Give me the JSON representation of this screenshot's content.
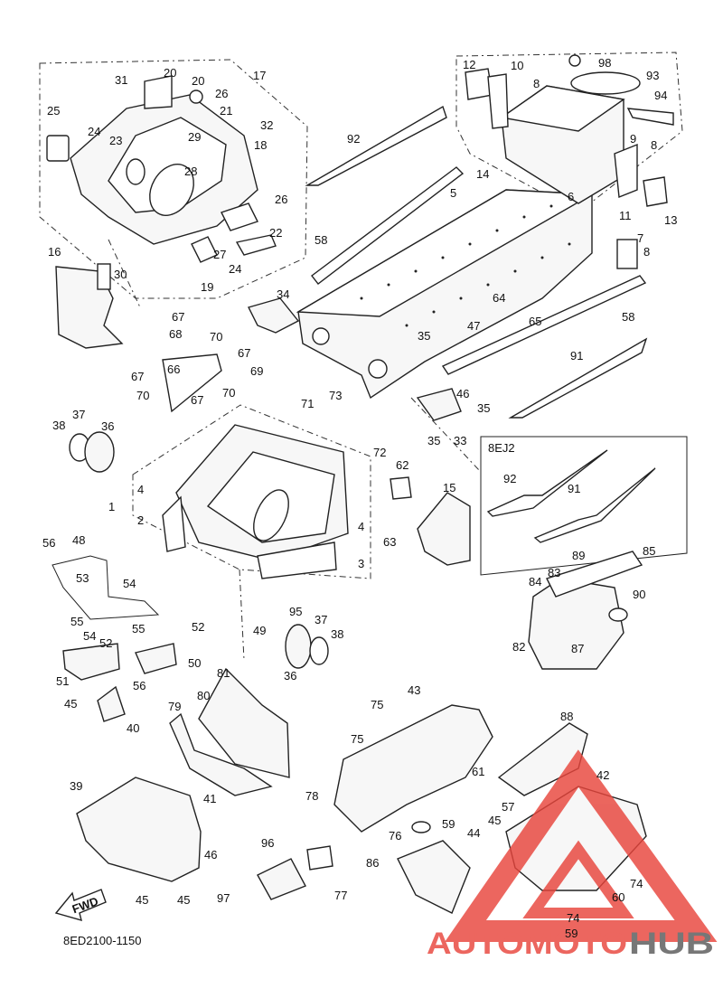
{
  "diagram": {
    "code": "8ED2100-1150",
    "inset_label": "8EJ2",
    "fwd_label": "FWD",
    "watermark": {
      "part1": "AUTOMOTO",
      "part2": "HUB",
      "color_red": "#e8453c",
      "color_gray": "#5a5a5a"
    },
    "callouts": [
      {
        "id": "c1",
        "text": "1"
      },
      {
        "id": "c2",
        "text": "2"
      },
      {
        "id": "c3",
        "text": "3"
      },
      {
        "id": "c4a",
        "text": "4"
      },
      {
        "id": "c4b",
        "text": "4"
      },
      {
        "id": "c5",
        "text": "5"
      },
      {
        "id": "c6",
        "text": "6"
      },
      {
        "id": "c7",
        "text": "7"
      },
      {
        "id": "c8a",
        "text": "8"
      },
      {
        "id": "c8b",
        "text": "8"
      },
      {
        "id": "c8c",
        "text": "8"
      },
      {
        "id": "c9",
        "text": "9"
      },
      {
        "id": "c10",
        "text": "10"
      },
      {
        "id": "c11",
        "text": "11"
      },
      {
        "id": "c12",
        "text": "12"
      },
      {
        "id": "c13",
        "text": "13"
      },
      {
        "id": "c14",
        "text": "14"
      },
      {
        "id": "c15",
        "text": "15"
      },
      {
        "id": "c16",
        "text": "16"
      },
      {
        "id": "c17",
        "text": "17"
      },
      {
        "id": "c18",
        "text": "18"
      },
      {
        "id": "c19",
        "text": "19"
      },
      {
        "id": "c20a",
        "text": "20"
      },
      {
        "id": "c20b",
        "text": "20"
      },
      {
        "id": "c21",
        "text": "21"
      },
      {
        "id": "c22",
        "text": "22"
      },
      {
        "id": "c23",
        "text": "23"
      },
      {
        "id": "c24a",
        "text": "24"
      },
      {
        "id": "c24b",
        "text": "24"
      },
      {
        "id": "c25",
        "text": "25"
      },
      {
        "id": "c26a",
        "text": "26"
      },
      {
        "id": "c26b",
        "text": "26"
      },
      {
        "id": "c27",
        "text": "27"
      },
      {
        "id": "c28",
        "text": "28"
      },
      {
        "id": "c29",
        "text": "29"
      },
      {
        "id": "c30",
        "text": "30"
      },
      {
        "id": "c31",
        "text": "31"
      },
      {
        "id": "c32",
        "text": "32"
      },
      {
        "id": "c33",
        "text": "33"
      },
      {
        "id": "c34",
        "text": "34"
      },
      {
        "id": "c35a",
        "text": "35"
      },
      {
        "id": "c35b",
        "text": "35"
      },
      {
        "id": "c35c",
        "text": "35"
      },
      {
        "id": "c36a",
        "text": "36"
      },
      {
        "id": "c36b",
        "text": "36"
      },
      {
        "id": "c37a",
        "text": "37"
      },
      {
        "id": "c37b",
        "text": "37"
      },
      {
        "id": "c38a",
        "text": "38"
      },
      {
        "id": "c38b",
        "text": "38"
      },
      {
        "id": "c39",
        "text": "39"
      },
      {
        "id": "c40",
        "text": "40"
      },
      {
        "id": "c41",
        "text": "41"
      },
      {
        "id": "c42",
        "text": "42"
      },
      {
        "id": "c43",
        "text": "43"
      },
      {
        "id": "c44",
        "text": "44"
      },
      {
        "id": "c45a",
        "text": "45"
      },
      {
        "id": "c45b",
        "text": "45"
      },
      {
        "id": "c45c",
        "text": "45"
      },
      {
        "id": "c45d",
        "text": "45"
      },
      {
        "id": "c46a",
        "text": "46"
      },
      {
        "id": "c46b",
        "text": "46"
      },
      {
        "id": "c47",
        "text": "47"
      },
      {
        "id": "c48",
        "text": "48"
      },
      {
        "id": "c49",
        "text": "49"
      },
      {
        "id": "c50",
        "text": "50"
      },
      {
        "id": "c51",
        "text": "51"
      },
      {
        "id": "c52a",
        "text": "52"
      },
      {
        "id": "c52b",
        "text": "52"
      },
      {
        "id": "c53",
        "text": "53"
      },
      {
        "id": "c54a",
        "text": "54"
      },
      {
        "id": "c54b",
        "text": "54"
      },
      {
        "id": "c55a",
        "text": "55"
      },
      {
        "id": "c55b",
        "text": "55"
      },
      {
        "id": "c56a",
        "text": "56"
      },
      {
        "id": "c56b",
        "text": "56"
      },
      {
        "id": "c57",
        "text": "57"
      },
      {
        "id": "c58a",
        "text": "58"
      },
      {
        "id": "c58b",
        "text": "58"
      },
      {
        "id": "c59a",
        "text": "59"
      },
      {
        "id": "c59b",
        "text": "59"
      },
      {
        "id": "c60",
        "text": "60"
      },
      {
        "id": "c61",
        "text": "61"
      },
      {
        "id": "c62",
        "text": "62"
      },
      {
        "id": "c63",
        "text": "63"
      },
      {
        "id": "c64",
        "text": "64"
      },
      {
        "id": "c65",
        "text": "65"
      },
      {
        "id": "c66",
        "text": "66"
      },
      {
        "id": "c67a",
        "text": "67"
      },
      {
        "id": "c67b",
        "text": "67"
      },
      {
        "id": "c67c",
        "text": "67"
      },
      {
        "id": "c67d",
        "text": "67"
      },
      {
        "id": "c68",
        "text": "68"
      },
      {
        "id": "c69",
        "text": "69"
      },
      {
        "id": "c70a",
        "text": "70"
      },
      {
        "id": "c70b",
        "text": "70"
      },
      {
        "id": "c70c",
        "text": "70"
      },
      {
        "id": "c71",
        "text": "71"
      },
      {
        "id": "c72",
        "text": "72"
      },
      {
        "id": "c73",
        "text": "73"
      },
      {
        "id": "c74a",
        "text": "74"
      },
      {
        "id": "c74b",
        "text": "74"
      },
      {
        "id": "c75a",
        "text": "75"
      },
      {
        "id": "c75b",
        "text": "75"
      },
      {
        "id": "c76",
        "text": "76"
      },
      {
        "id": "c77",
        "text": "77"
      },
      {
        "id": "c78",
        "text": "78"
      },
      {
        "id": "c79",
        "text": "79"
      },
      {
        "id": "c80",
        "text": "80"
      },
      {
        "id": "c81",
        "text": "81"
      },
      {
        "id": "c82",
        "text": "82"
      },
      {
        "id": "c83",
        "text": "83"
      },
      {
        "id": "c84",
        "text": "84"
      },
      {
        "id": "c85",
        "text": "85"
      },
      {
        "id": "c86",
        "text": "86"
      },
      {
        "id": "c87",
        "text": "87"
      },
      {
        "id": "c88",
        "text": "88"
      },
      {
        "id": "c89",
        "text": "89"
      },
      {
        "id": "c90",
        "text": "90"
      },
      {
        "id": "c91a",
        "text": "91"
      },
      {
        "id": "c91b",
        "text": "91"
      },
      {
        "id": "c92a",
        "text": "92"
      },
      {
        "id": "c92b",
        "text": "92"
      },
      {
        "id": "c93",
        "text": "93"
      },
      {
        "id": "c94",
        "text": "94"
      },
      {
        "id": "c95",
        "text": "95"
      },
      {
        "id": "c96",
        "text": "96"
      },
      {
        "id": "c97",
        "text": "97"
      },
      {
        "id": "c98",
        "text": "98"
      }
    ]
  }
}
